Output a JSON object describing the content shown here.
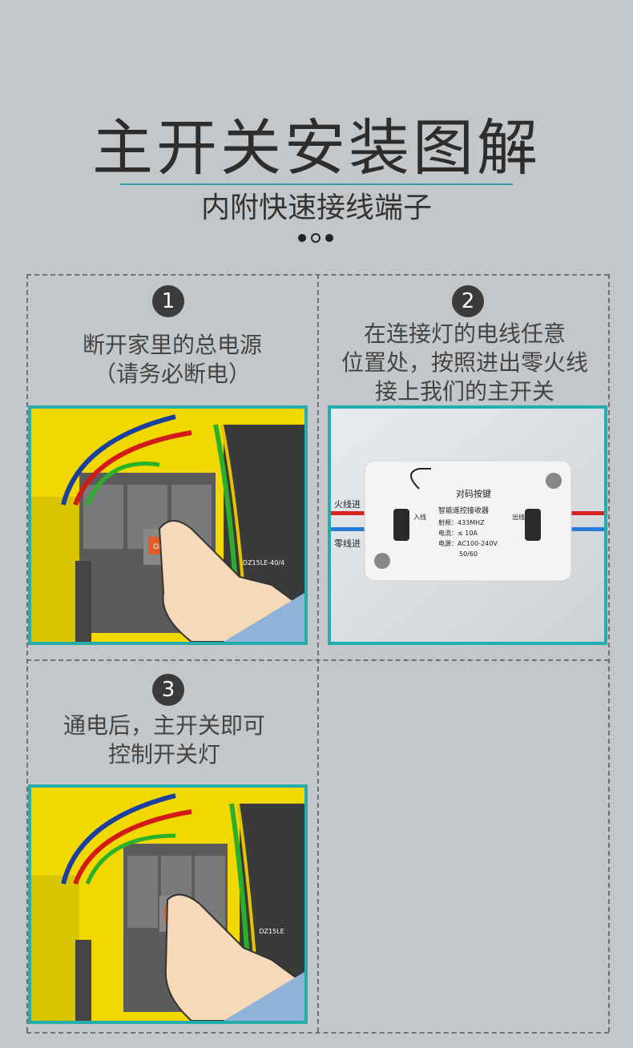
{
  "header": {
    "title": "主开关安装图解",
    "subtitle": "内附快速接线端子"
  },
  "steps": [
    {
      "number": "1",
      "line1": "断开家里的总电源",
      "line2": "（请务必断电）",
      "line3": ""
    },
    {
      "number": "2",
      "line1": "在连接灯的电线任意",
      "line2": "位置处，按照进出零火线",
      "line3": "接上我们的主开关"
    },
    {
      "number": "3",
      "line1": "通电后，主开关即可",
      "line2": "控制开关灯",
      "line3": ""
    }
  ],
  "breaker_labels": {
    "on": "ON",
    "model": "DZ15LE-40/4",
    "model_short": "DZ15LE"
  },
  "receiver": {
    "pair_key": "对码按键",
    "name": "智能遥控接收器",
    "freq": "射频：433MHZ",
    "current": "电流：≤ 10A",
    "power": "电源：AC100-240V",
    "hz": "50/60",
    "in_label": "入线",
    "out_label": "出线",
    "live_in": "火线进",
    "neutral_in": "零线进"
  },
  "colors": {
    "frame": "#23aeac",
    "background": "#c4c7ca",
    "panel": "#f0d800"
  }
}
